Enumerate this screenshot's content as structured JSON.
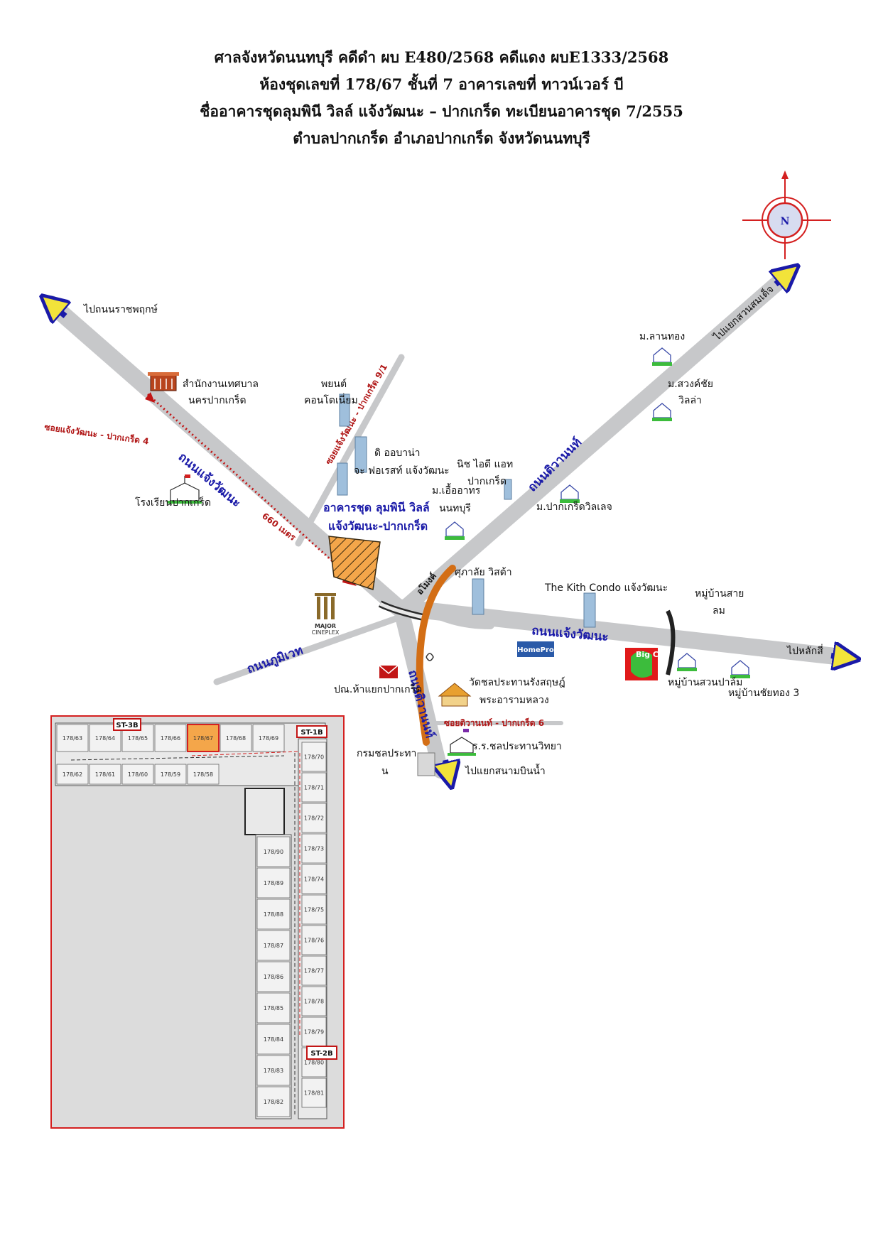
{
  "header": {
    "line1": "ศาลจังหวัดนนทบุรี  คดีดำ ผบ E480/2568  คดีแดง ผบE1333/2568",
    "line2": "ห้องชุดเลขที่ 178/67 ชั้นที่ 7 อาคารเลขที่ ทาวน์เวอร์ บี",
    "line3": "ชื่ออาคารชุดลุมพินี วิลล์ แจ้งวัฒนะ – ปากเกร็ด  ทะเบียนอาคารชุด 7/2555",
    "line4": "ตำบลปากเกร็ด อำเภอปากเกร็ด จังหวัดนนทบุรี"
  },
  "compass": {
    "label": "N",
    "color": "#d42020"
  },
  "roads": {
    "chaengwattana_west": "ถนนแจ้งวัฒนะ",
    "chaengwattana_east": "ถนนแจ้งวัฒนะ",
    "tiwanon_north": "ถนนติวานนท์",
    "tiwanon_south": "ถนนติวานนท์",
    "phumiwet": "ถนนภูมิเวท",
    "overpass": "อโมงค์",
    "to_ratchaphruek": "ไปถนนราชพฤกษ์",
    "to_suanson": "ไปแยกสวนสมเด็จ",
    "to_laksi": "ไปหลักสี่",
    "to_sanambinnam": "ไปแยกสนามบินน้ำ"
  },
  "sois": {
    "soi4": "ซอยแจ้งวัฒนะ - ปากเกร็ด 4",
    "soi9_1": "ซอยแจ้งวัฒนะ - ปากเกร็ด 9/1",
    "tiwanon6": "ซอยติวานนท์ - ปากเกร็ด 6"
  },
  "distance": "660 เมตร",
  "target": {
    "line1": "อาคารชุด ลุมพินี วิลล์",
    "line2": "แจ้งวัฒนะ-ปากเกร็ด",
    "color": "#f4a64a"
  },
  "landmarks": {
    "municipality_1": "สำนักงานเทศบาล",
    "municipality_2": "นครปากเกร็ด",
    "school": "โรงเรียนปากเกร็ด",
    "payon_1": "พยนต์",
    "payon_2": "คอนโดเนี่ยม",
    "urbana": "ดิ ออบาน่า",
    "forest": "จะ ฟอเรสท์ แจ้งวัฒนะ",
    "niche_1": "นิช ไอดี แอท",
    "niche_2": "ปากเกร็ด",
    "uea_1": "ม.เอื้ออาทร",
    "uea_2": "นนทบุรี",
    "lanthong": "ม.ลานทอง",
    "suangchai_1": "ม.สวงค์ชัย",
    "suangchai_2": "วิลล่า",
    "pakkret_village": "ม.ปากเกร็ดวิลเลจ",
    "supalai": "ศุภาลัย วิสต้า",
    "kith": "The Kith Condo แจ้งวัฒนะ",
    "sai_lom_1": "หมู่บ้านสาย",
    "sai_lom_2": "ลม",
    "major_1": "MAJOR",
    "major_2": "CINEPLEX",
    "homepro": "HomePro",
    "bigc": "Big C",
    "post": "ปณ.ห้าแยกปากเกร็ด",
    "temple_1": "วัดชลประทานรังสฤษฎ์",
    "temple_2": "พระอารามหลวง",
    "suan_palm": "หมู่บ้านสวนปาล์ม",
    "chaithong": "หมู่บ้านชัยทอง 3",
    "chonprathan_school": "ร.ร.ชลประทานวิทยา",
    "irrigation_1": "กรมชลประทา",
    "irrigation_2": "น"
  },
  "floorplan": {
    "highlight_unit": "178/67",
    "stairs": [
      "ST-3B",
      "ST-1B",
      "ST-2B"
    ],
    "top_row_units": [
      "178/63",
      "178/64",
      "178/65",
      "178/66",
      "178/67",
      "178/68",
      "178/69"
    ],
    "second_row_units": [
      "178/62",
      "178/61",
      "178/60",
      "178/59",
      "178/58"
    ],
    "left_column_units": [
      "178/90",
      "178/89",
      "178/88",
      "178/87",
      "178/86",
      "178/85",
      "178/84",
      "178/83",
      "178/82"
    ],
    "right_column_units": [
      "178/70",
      "178/71",
      "178/72",
      "178/73",
      "178/74",
      "178/75",
      "178/76",
      "178/77",
      "178/78",
      "178/79",
      "178/80",
      "178/81"
    ]
  }
}
